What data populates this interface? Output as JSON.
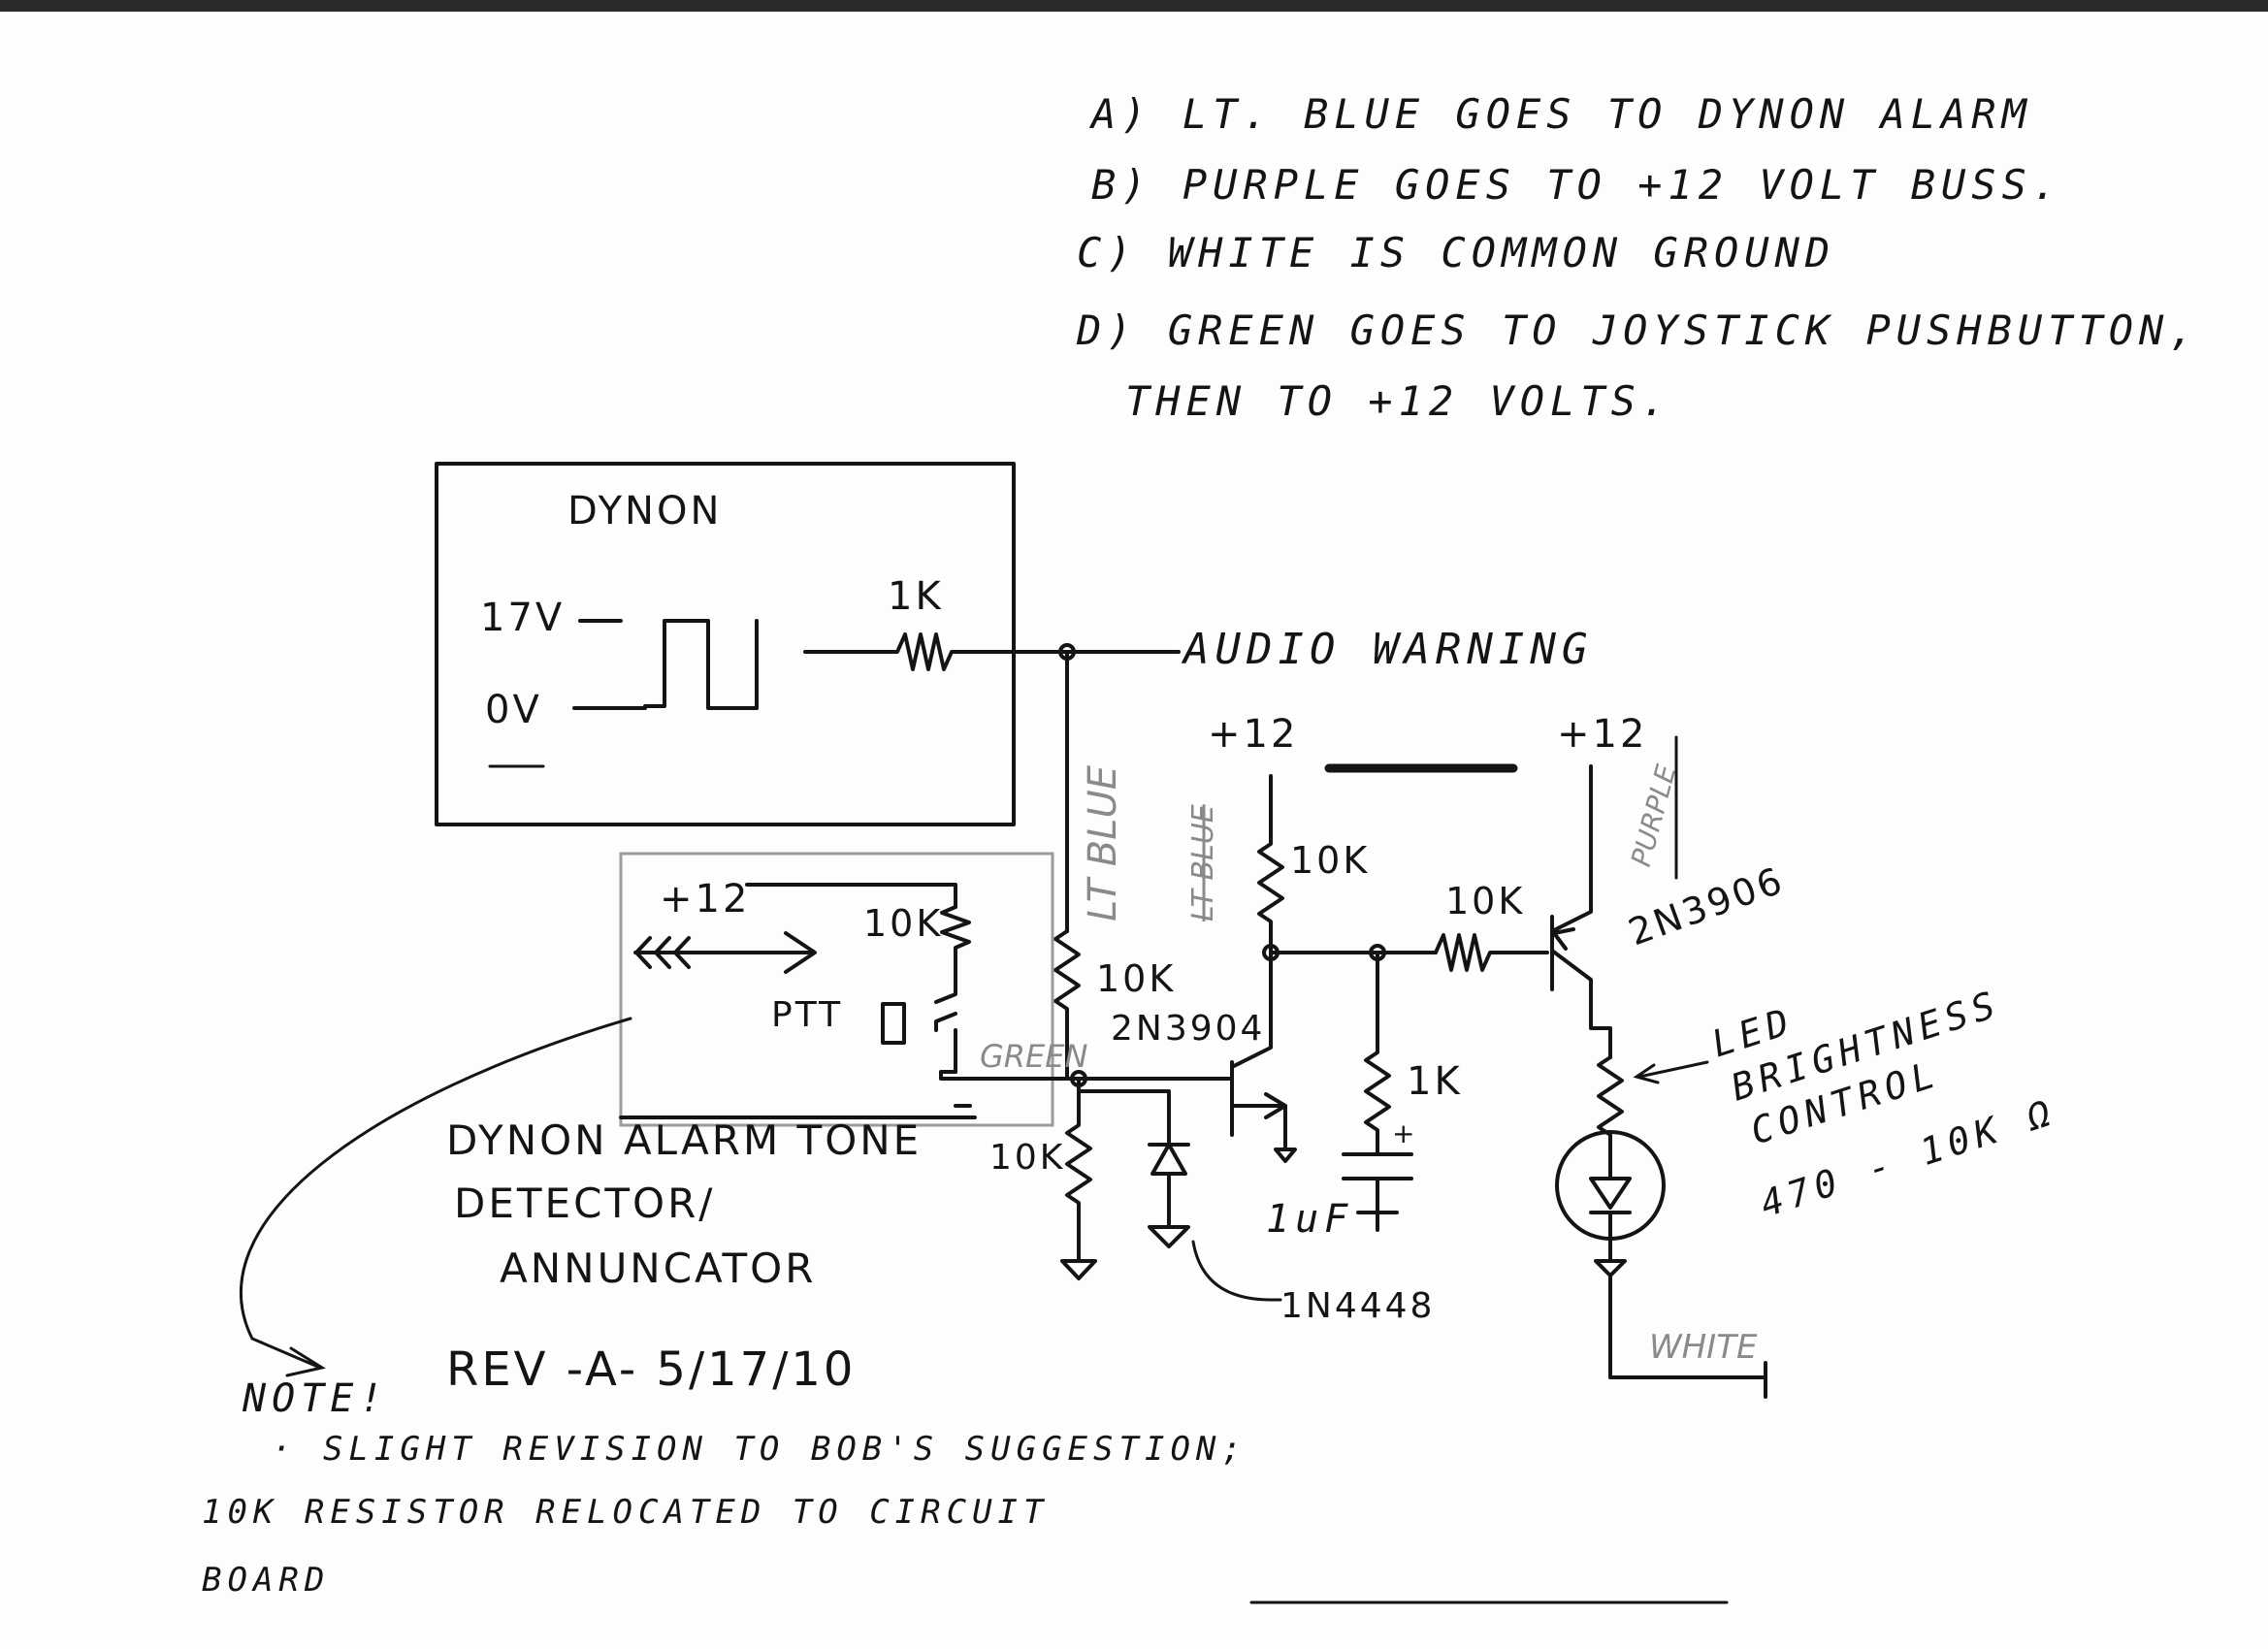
{
  "notes": {
    "a": "A) LT. BLUE GOES TO DYNON ALARM",
    "b": "B) PURPLE GOES TO +12 VOLT BUSS.",
    "c": "C) WHITE IS COMMON GROUND",
    "d1": "D) GREEN GOES TO JOYSTICK PUSHBUTTON,",
    "d2": "THEN TO +12 VOLTS."
  },
  "dynon": {
    "title": "DYNON",
    "v17": "17V",
    "v0": "0V",
    "r1k": "1K"
  },
  "signal": {
    "audio_warning": "AUDIO WARNING"
  },
  "wires": {
    "lt_blue": "LT BLUE",
    "lt_blue_struck": "LT BLUE",
    "purple": "PURPLE",
    "green": "GREEN",
    "white": "WHITE"
  },
  "supply": {
    "p12_left": "+12",
    "p12_right": "+12",
    "p12_box": "+12"
  },
  "components": {
    "r10k_pullup": "10K",
    "r10k_base_pnp": "10K",
    "r10k_input": "10K",
    "r10k_pulldown": "10K",
    "r10k_box": "10K",
    "r1k_rc": "1K",
    "cap": "1uF",
    "cap_plus": "+",
    "npn": "2N3904",
    "pnp": "2N3906",
    "diode": "1N4448",
    "ptt": "PTT"
  },
  "led": {
    "line1": "LED",
    "line2": "BRIGHTNESS",
    "line3": "CONTROL",
    "line4": "470 - 10K Ω"
  },
  "title_block": {
    "line1": "DYNON ALARM TONE",
    "line2": "DETECTOR/",
    "line3": "ANNUNCATOR",
    "rev": "REV -A- 5/17/10"
  },
  "footnote": {
    "label": "NOTE!",
    "line1": "· SLIGHT REVISION TO BOB'S SUGGESTION;",
    "line2": "10K RESISTOR RELOCATED TO CIRCUIT",
    "line3": "BOARD"
  }
}
